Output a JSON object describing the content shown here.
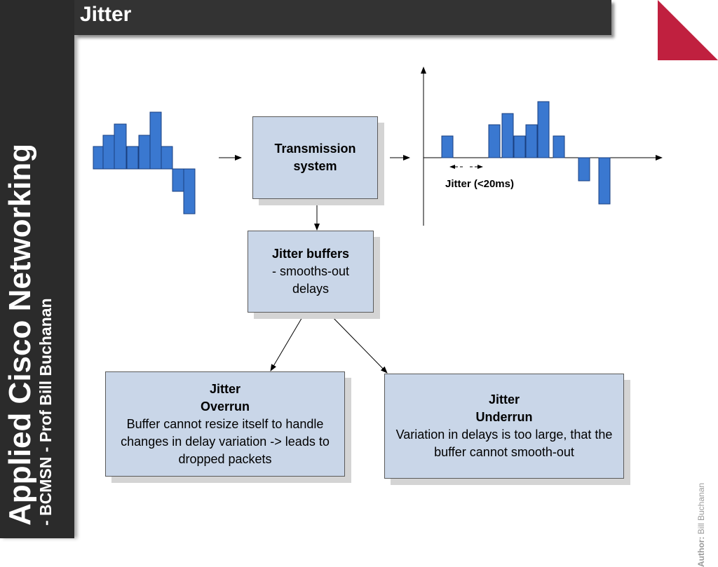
{
  "sidebar": {
    "title": "Applied Cisco Networking",
    "subtitle": "- BCMSN - Prof Bill Buchanan"
  },
  "slide": {
    "title": "Jitter"
  },
  "colors": {
    "accent": "#c0203f",
    "bar": "#3a78d0",
    "box_fill": "#c9d6e8",
    "dark": "#2b2b2b"
  },
  "boxes": {
    "transmission": {
      "header": "Transmission system"
    },
    "buffers": {
      "header": "Jitter buffers",
      "body": "- smooths-out delays"
    },
    "overrun": {
      "header_1": "Jitter",
      "header_2": "Overrun",
      "body": "Buffer cannot resize itself to handle changes in delay variation -> leads to dropped packets"
    },
    "underrun": {
      "header_1": "Jitter",
      "header_2": "Underrun",
      "body": "Variation in delays is too large, that the buffer cannot smooth-out"
    }
  },
  "jitter_label": "Jitter (<20ms)",
  "author": {
    "label": "Author:",
    "name": "Bill Buchanan"
  }
}
